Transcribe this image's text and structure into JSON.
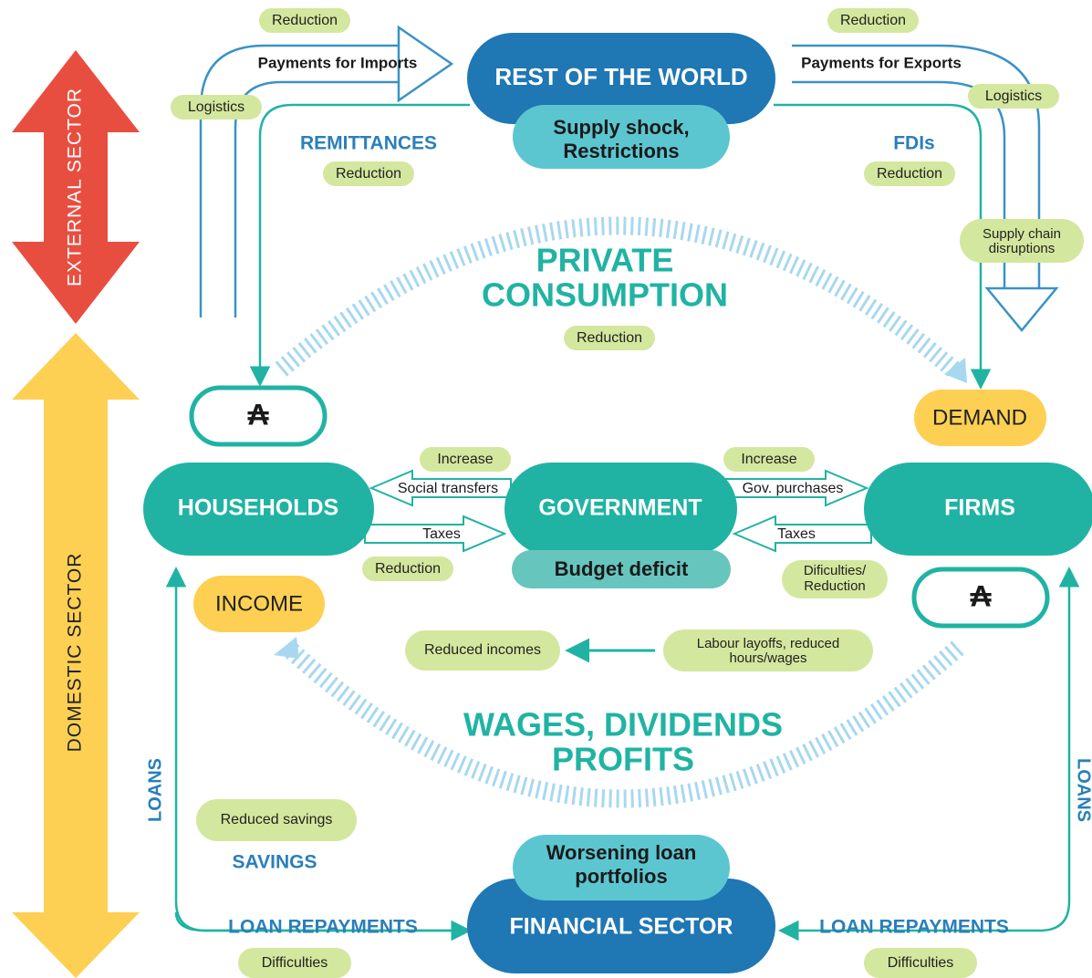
{
  "colors": {
    "teal": "#20b3a3",
    "blue": "#2a7fba",
    "dark_blue": "#1f6fa8",
    "light_teal": "#5cc6d0",
    "green_pill": "#d4e79e",
    "yellow": "#fdd053",
    "red": "#e84e3f",
    "budget_teal": "#66c5bd",
    "arrow_blue": "#3a92c6"
  },
  "sectors": {
    "external": "EXTERNAL SECTOR",
    "domestic": "DOMESTIC SECTOR"
  },
  "nodes": {
    "rest_of_world": "REST OF THE WORLD",
    "supply_shock_line1": "Supply shock,",
    "supply_shock_line2": "Restrictions",
    "households": "HOUSEHOLDS",
    "government": "GOVERNMENT",
    "budget_deficit": "Budget deficit",
    "firms": "FIRMS",
    "demand": "DEMAND",
    "income": "INCOME",
    "financial_sector": "FINANCIAL SECTOR",
    "worsening_line1": "Worsening loan",
    "worsening_line2": "portfolios",
    "currency_symbol": "₳"
  },
  "flows": {
    "payments_imports": "Payments for Imports",
    "payments_exports": "Payments for Exports",
    "remittances": "REMITTANCES",
    "fdis": "FDIs",
    "private_consumption_line1": "PRIVATE",
    "private_consumption_line2": "CONSUMPTION",
    "social_transfers": "Social transfers",
    "gov_purchases": "Gov. purchases",
    "taxes_left": "Taxes",
    "taxes_right": "Taxes",
    "wages_line1": "WAGES, DIVIDENDS",
    "wages_line2": "PROFITS",
    "loans_left": "LOANS",
    "loans_right": "LOANS",
    "savings": "SAVINGS",
    "loan_repayments_left": "LOAN REPAYMENTS",
    "loan_repayments_right": "LOAN REPAYMENTS"
  },
  "effects": {
    "reduction_imports": "Reduction",
    "reduction_exports": "Reduction",
    "logistics_left": "Logistics",
    "logistics_right": "Logistics",
    "reduction_remittances": "Reduction",
    "reduction_fdis": "Reduction",
    "supply_chain_line1": "Supply chain",
    "supply_chain_line2": "disruptions",
    "reduction_consumption": "Reduction",
    "increase_transfers": "Increase",
    "increase_purchases": "Increase",
    "reduction_taxes": "Reduction",
    "difficulties_line1": "Dificulties/",
    "difficulties_line2": "Reduction",
    "reduced_incomes": "Reduced incomes",
    "layoffs_line1": "Labour layoffs, reduced",
    "layoffs_line2": "hours/wages",
    "reduced_savings": "Reduced savings",
    "difficulties_left": "Difficulties",
    "difficulties_right": "Difficulties"
  }
}
